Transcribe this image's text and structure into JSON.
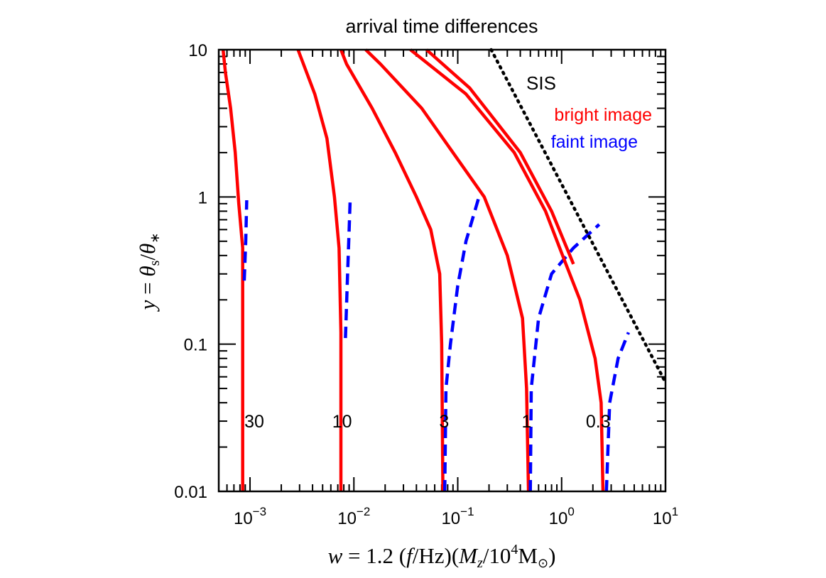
{
  "chart_data": {
    "type": "line",
    "title": "arrival time differences",
    "xlabel": "w = 1.2 (f/Hz)(M_z/10^4 M_⊙)",
    "ylabel": "y = θ_s/θ_*",
    "xscale": "log",
    "yscale": "log",
    "xlim": [
      0.0005,
      10
    ],
    "ylim": [
      0.01,
      10
    ],
    "x_ticks": [
      {
        "value": 0.001,
        "base": "10",
        "exp": "−3"
      },
      {
        "value": 0.01,
        "base": "10",
        "exp": "−2"
      },
      {
        "value": 0.1,
        "base": "10",
        "exp": "−1"
      },
      {
        "value": 1,
        "base": "10",
        "exp": "0"
      },
      {
        "value": 10,
        "base": "10",
        "exp": "1"
      }
    ],
    "y_ticks": [
      {
        "value": 0.01,
        "label": "0.01"
      },
      {
        "value": 0.1,
        "label": "0.1"
      },
      {
        "value": 1,
        "label": "1"
      },
      {
        "value": 10,
        "label": "10"
      }
    ],
    "legend": {
      "title": "SIS",
      "placement": "top-right",
      "entries": [
        {
          "label": "bright image",
          "color": "#ff0000"
        },
        {
          "label": "faint image",
          "color": "#0000ff"
        }
      ]
    },
    "colors": {
      "bright": "#ff0000",
      "faint": "#0000ff",
      "limit": "#000000"
    },
    "series": [
      {
        "group": "bright",
        "curve": "30",
        "points": [
          [
            0.00085,
            0.01
          ],
          [
            0.00085,
            0.45
          ],
          [
            0.00078,
            0.9
          ],
          [
            0.00072,
            2
          ],
          [
            0.00065,
            4
          ],
          [
            0.00058,
            7
          ],
          [
            0.00055,
            10
          ]
        ]
      },
      {
        "group": "faint",
        "curve": "30",
        "points": [
          [
            0.00088,
            0.27
          ],
          [
            0.00091,
            0.5
          ],
          [
            0.00093,
            0.95
          ]
        ]
      },
      {
        "group": "bright",
        "curve": "10",
        "points": [
          [
            0.0075,
            0.01
          ],
          [
            0.0075,
            0.12
          ],
          [
            0.0072,
            0.45
          ],
          [
            0.0065,
            1
          ],
          [
            0.0055,
            2.5
          ],
          [
            0.0042,
            5
          ],
          [
            0.0029,
            10
          ]
        ]
      },
      {
        "group": "faint",
        "curve": "10",
        "points": [
          [
            0.0083,
            0.11
          ],
          [
            0.0087,
            0.3
          ],
          [
            0.009,
            0.6
          ],
          [
            0.0092,
            0.95
          ]
        ]
      },
      {
        "group": "bright",
        "curve": "3",
        "points": [
          [
            0.072,
            0.01
          ],
          [
            0.07,
            0.1
          ],
          [
            0.067,
            0.3
          ],
          [
            0.055,
            0.6
          ],
          [
            0.04,
            1
          ],
          [
            0.025,
            2
          ],
          [
            0.015,
            4
          ],
          [
            0.0085,
            8
          ],
          [
            0.0075,
            10
          ]
        ]
      },
      {
        "group": "faint",
        "curve": "3",
        "points": [
          [
            0.075,
            0.01
          ],
          [
            0.077,
            0.05
          ],
          [
            0.085,
            0.1
          ],
          [
            0.1,
            0.25
          ],
          [
            0.12,
            0.5
          ],
          [
            0.16,
            1
          ]
        ]
      },
      {
        "group": "bright",
        "curve": "1",
        "points": [
          [
            0.48,
            0.01
          ],
          [
            0.46,
            0.05
          ],
          [
            0.42,
            0.15
          ],
          [
            0.3,
            0.4
          ],
          [
            0.18,
            1
          ],
          [
            0.09,
            2
          ],
          [
            0.045,
            4
          ],
          [
            0.018,
            8
          ],
          [
            0.013,
            10
          ]
        ]
      },
      {
        "group": "faint",
        "curve": "1",
        "points": [
          [
            0.5,
            0.01
          ],
          [
            0.51,
            0.05
          ],
          [
            0.6,
            0.15
          ],
          [
            0.8,
            0.3
          ],
          [
            1.3,
            0.45
          ],
          [
            2.3,
            0.65
          ]
        ]
      },
      {
        "group": "bright",
        "curve": "0.3",
        "points": [
          [
            2.5,
            0.01
          ],
          [
            2.4,
            0.04
          ],
          [
            2.1,
            0.08
          ],
          [
            1.5,
            0.2
          ],
          [
            1.1,
            0.35
          ],
          [
            0.7,
            0.8
          ],
          [
            0.35,
            2
          ],
          [
            0.12,
            5
          ],
          [
            0.035,
            10
          ]
        ]
      },
      {
        "group": "faint",
        "curve": "0.3",
        "points": [
          [
            2.7,
            0.01
          ],
          [
            2.9,
            0.04
          ],
          [
            3.5,
            0.08
          ],
          [
            4.4,
            0.12
          ]
        ]
      },
      {
        "group": "bright",
        "curve": "upper",
        "points": [
          [
            1.3,
            0.35
          ],
          [
            0.8,
            0.8
          ],
          [
            0.4,
            2
          ],
          [
            0.13,
            5.5
          ],
          [
            0.05,
            10
          ]
        ]
      },
      {
        "group": "limit",
        "curve": "upper limit",
        "points": [
          [
            0.21,
            10
          ],
          [
            10,
            0.055
          ]
        ]
      }
    ],
    "annotations": [
      {
        "text": "30",
        "x": 0.0011,
        "y": 0.03
      },
      {
        "text": "10",
        "x": 0.0077,
        "y": 0.03
      },
      {
        "text": "3",
        "x": 0.074,
        "y": 0.03
      },
      {
        "text": "1",
        "x": 0.46,
        "y": 0.03
      },
      {
        "text": "0.3",
        "x": 2.25,
        "y": 0.03
      }
    ]
  }
}
